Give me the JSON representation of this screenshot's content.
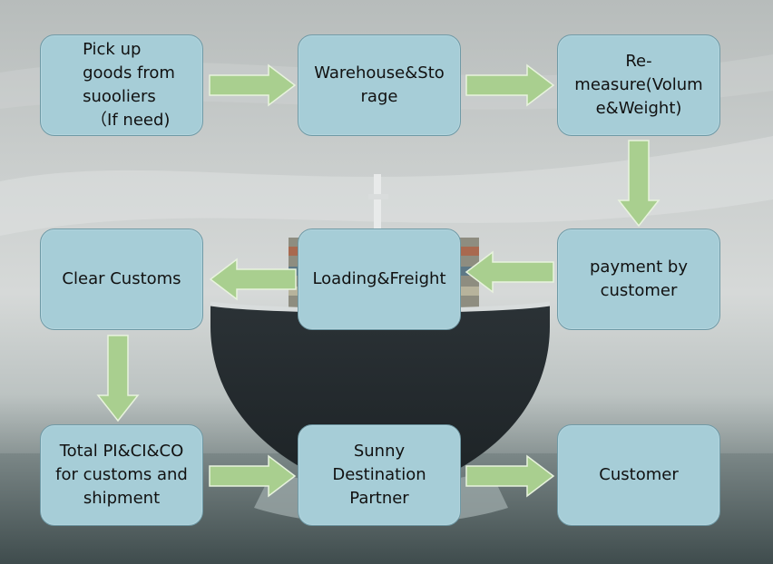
{
  "steps": {
    "pickup": "Pick up\ngoods from\nsuooliers\n　（If need)",
    "warehouse": "Warehouse&Sto\nrage",
    "remeasure": "Re-\nmeasure(Volum\ne&Weight)",
    "payment": "payment by\ncustomer",
    "loading": "Loading&Freight",
    "customs": "Clear Customs",
    "docs": "Total PI&CI&CO\nfor customs and\nshipment",
    "partner": "Sunny\nDestination\nPartner",
    "customer": "Customer"
  },
  "colors": {
    "box_fill": "#a6cdd7",
    "box_border": "#6f9aa6",
    "arrow_fill": "#a9cf8f",
    "arrow_stroke": "#e8f3de"
  }
}
